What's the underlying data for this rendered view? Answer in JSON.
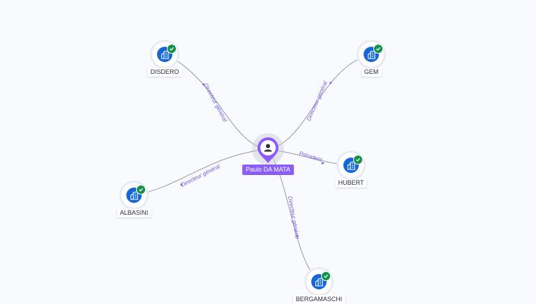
{
  "person": {
    "name": "Paulo DA MATA",
    "icon": "person-icon",
    "color": "#8b5cf6"
  },
  "companies": [
    {
      "id": "disdero",
      "name": "DISDERO",
      "icon": "company-icon",
      "verified": true
    },
    {
      "id": "gem",
      "name": "GEM",
      "icon": "company-icon",
      "verified": true
    },
    {
      "id": "albasini",
      "name": "ALBASINI",
      "icon": "company-icon",
      "verified": true
    },
    {
      "id": "hubert",
      "name": "HUBERT",
      "icon": "company-icon",
      "verified": true
    },
    {
      "id": "bergamaschi",
      "name": "BERGAMASCHI",
      "icon": "company-icon",
      "verified": true
    }
  ],
  "relations": [
    {
      "to": "disdero",
      "label": "Directeur général"
    },
    {
      "to": "gem",
      "label": "Directeur général"
    },
    {
      "to": "albasini",
      "label": "Directeur général"
    },
    {
      "to": "hubert",
      "label": "Président"
    },
    {
      "to": "bergamaschi",
      "label": "Directeur général"
    }
  ],
  "colors": {
    "company": "#1566d6",
    "verified": "#13914a",
    "relation_label": "#6a5fe0"
  }
}
